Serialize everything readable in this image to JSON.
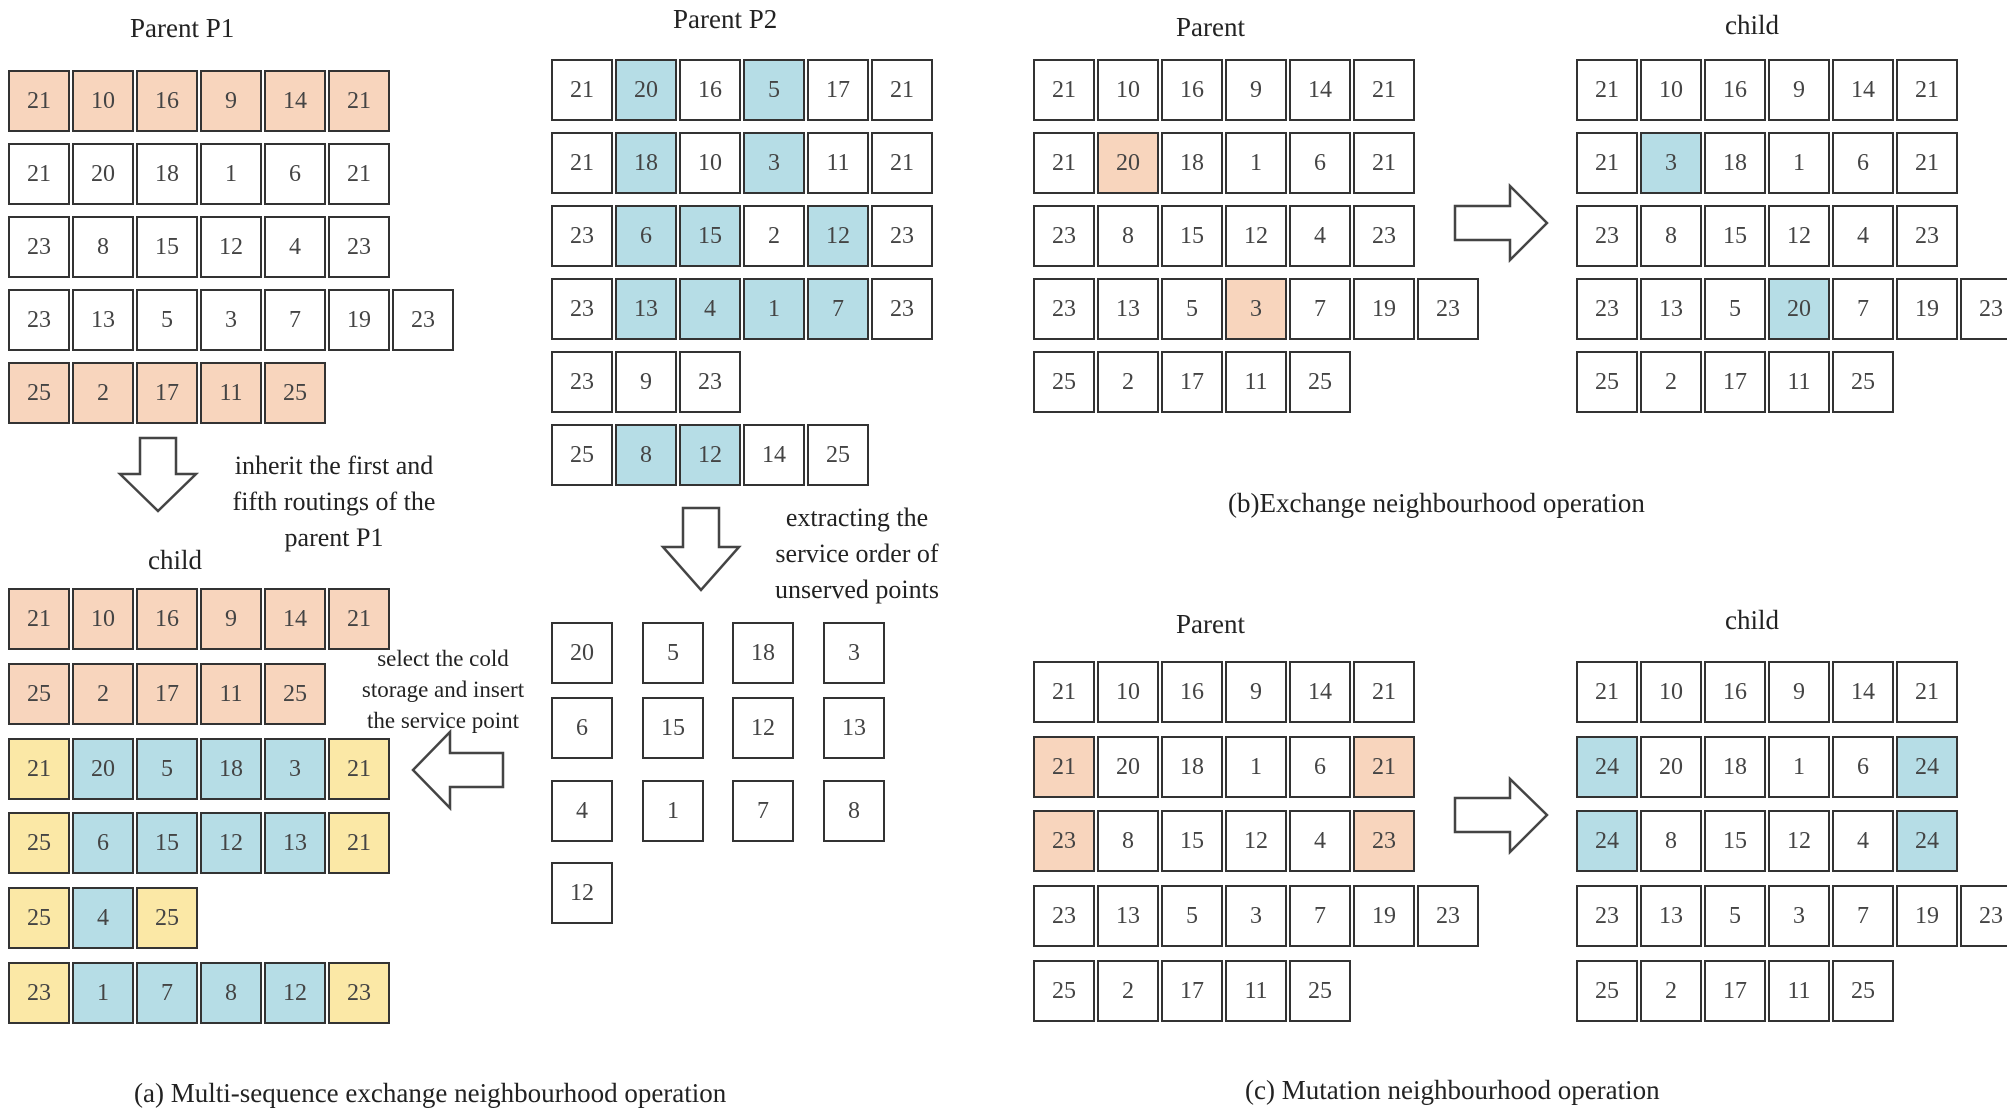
{
  "colors": {
    "w": "#ffffff",
    "o": "#f8d5bd",
    "b": "#b6dde6",
    "y": "#fbe8a6"
  },
  "icons": [
    "down-arrow-icon",
    "right-arrow-icon",
    "left-arrow-icon"
  ],
  "labels": {
    "p1": "Parent P1",
    "p2": "Parent P2",
    "child_a": "child",
    "parent_b": "Parent",
    "child_b": "child",
    "parent_c": "Parent",
    "child_c": "child"
  },
  "notes": {
    "inherit": [
      "inherit the first and",
      "fifth routings of the",
      "parent P1"
    ],
    "extract": [
      "extracting the",
      "service order of",
      "unserved points"
    ],
    "select": [
      "select the cold",
      "storage and insert",
      "the service point"
    ]
  },
  "captions": {
    "a": "(a) Multi-sequence exchange neighbourhood operation",
    "b": "(b)Exchange neighbourhood operation",
    "c": "(c) Mutation neighbourhood operation"
  },
  "panel_a": {
    "parent_p1": [
      {
        "cells": [
          "21",
          "10",
          "16",
          "9",
          "14",
          "21"
        ],
        "colors": [
          "o",
          "o",
          "o",
          "o",
          "o",
          "o"
        ]
      },
      {
        "cells": [
          "21",
          "20",
          "18",
          "1",
          "6",
          "21"
        ],
        "colors": [
          "w",
          "w",
          "w",
          "w",
          "w",
          "w"
        ]
      },
      {
        "cells": [
          "23",
          "8",
          "15",
          "12",
          "4",
          "23"
        ],
        "colors": [
          "w",
          "w",
          "w",
          "w",
          "w",
          "w"
        ]
      },
      {
        "cells": [
          "23",
          "13",
          "5",
          "3",
          "7",
          "19",
          "23"
        ],
        "colors": [
          "w",
          "w",
          "w",
          "w",
          "w",
          "w",
          "w"
        ]
      },
      {
        "cells": [
          "25",
          "2",
          "17",
          "11",
          "25"
        ],
        "colors": [
          "o",
          "o",
          "o",
          "o",
          "o"
        ]
      }
    ],
    "parent_p2": [
      {
        "cells": [
          "21",
          "20",
          "16",
          "5",
          "17",
          "21"
        ],
        "colors": [
          "w",
          "b",
          "w",
          "b",
          "w",
          "w"
        ]
      },
      {
        "cells": [
          "21",
          "18",
          "10",
          "3",
          "11",
          "21"
        ],
        "colors": [
          "w",
          "b",
          "w",
          "b",
          "w",
          "w"
        ]
      },
      {
        "cells": [
          "23",
          "6",
          "15",
          "2",
          "12",
          "23"
        ],
        "colors": [
          "w",
          "b",
          "b",
          "w",
          "b",
          "w"
        ]
      },
      {
        "cells": [
          "23",
          "13",
          "4",
          "1",
          "7",
          "23"
        ],
        "colors": [
          "w",
          "b",
          "b",
          "b",
          "b",
          "w"
        ]
      },
      {
        "cells": [
          "23",
          "9",
          "23"
        ],
        "colors": [
          "w",
          "w",
          "w"
        ]
      },
      {
        "cells": [
          "25",
          "8",
          "12",
          "14",
          "25"
        ],
        "colors": [
          "w",
          "b",
          "b",
          "w",
          "w"
        ]
      }
    ],
    "child": [
      {
        "cells": [
          "21",
          "10",
          "16",
          "9",
          "14",
          "21"
        ],
        "colors": [
          "o",
          "o",
          "o",
          "o",
          "o",
          "o"
        ]
      },
      {
        "cells": [
          "25",
          "2",
          "17",
          "11",
          "25"
        ],
        "colors": [
          "o",
          "o",
          "o",
          "o",
          "o"
        ]
      },
      {
        "cells": [
          "21",
          "20",
          "5",
          "18",
          "3",
          "21"
        ],
        "colors": [
          "y",
          "b",
          "b",
          "b",
          "b",
          "y"
        ]
      },
      {
        "cells": [
          "25",
          "6",
          "15",
          "12",
          "13",
          "21"
        ],
        "colors": [
          "y",
          "b",
          "b",
          "b",
          "b",
          "y"
        ]
      },
      {
        "cells": [
          "25",
          "4",
          "25"
        ],
        "colors": [
          "y",
          "b",
          "y"
        ]
      },
      {
        "cells": [
          "23",
          "1",
          "7",
          "8",
          "12",
          "23"
        ],
        "colors": [
          "y",
          "b",
          "b",
          "b",
          "b",
          "y"
        ]
      }
    ],
    "unserved": [
      "20",
      "5",
      "18",
      "3",
      "6",
      "15",
      "12",
      "13",
      "4",
      "1",
      "7",
      "8",
      "12"
    ]
  },
  "panel_b": {
    "parent": [
      {
        "cells": [
          "21",
          "10",
          "16",
          "9",
          "14",
          "21"
        ],
        "colors": [
          "w",
          "w",
          "w",
          "w",
          "w",
          "w"
        ]
      },
      {
        "cells": [
          "21",
          "20",
          "18",
          "1",
          "6",
          "21"
        ],
        "colors": [
          "w",
          "o",
          "w",
          "w",
          "w",
          "w"
        ]
      },
      {
        "cells": [
          "23",
          "8",
          "15",
          "12",
          "4",
          "23"
        ],
        "colors": [
          "w",
          "w",
          "w",
          "w",
          "w",
          "w"
        ]
      },
      {
        "cells": [
          "23",
          "13",
          "5",
          "3",
          "7",
          "19",
          "23"
        ],
        "colors": [
          "w",
          "w",
          "w",
          "o",
          "w",
          "w",
          "w"
        ]
      },
      {
        "cells": [
          "25",
          "2",
          "17",
          "11",
          "25"
        ],
        "colors": [
          "w",
          "w",
          "w",
          "w",
          "w"
        ]
      }
    ],
    "child": [
      {
        "cells": [
          "21",
          "10",
          "16",
          "9",
          "14",
          "21"
        ],
        "colors": [
          "w",
          "w",
          "w",
          "w",
          "w",
          "w"
        ]
      },
      {
        "cells": [
          "21",
          "3",
          "18",
          "1",
          "6",
          "21"
        ],
        "colors": [
          "w",
          "b",
          "w",
          "w",
          "w",
          "w"
        ]
      },
      {
        "cells": [
          "23",
          "8",
          "15",
          "12",
          "4",
          "23"
        ],
        "colors": [
          "w",
          "w",
          "w",
          "w",
          "w",
          "w"
        ]
      },
      {
        "cells": [
          "23",
          "13",
          "5",
          "20",
          "7",
          "19",
          "23"
        ],
        "colors": [
          "w",
          "w",
          "w",
          "b",
          "w",
          "w",
          "w"
        ]
      },
      {
        "cells": [
          "25",
          "2",
          "17",
          "11",
          "25"
        ],
        "colors": [
          "w",
          "w",
          "w",
          "w",
          "w"
        ]
      }
    ]
  },
  "panel_c": {
    "parent": [
      {
        "cells": [
          "21",
          "10",
          "16",
          "9",
          "14",
          "21"
        ],
        "colors": [
          "w",
          "w",
          "w",
          "w",
          "w",
          "w"
        ]
      },
      {
        "cells": [
          "21",
          "20",
          "18",
          "1",
          "6",
          "21"
        ],
        "colors": [
          "o",
          "w",
          "w",
          "w",
          "w",
          "o"
        ]
      },
      {
        "cells": [
          "23",
          "8",
          "15",
          "12",
          "4",
          "23"
        ],
        "colors": [
          "o",
          "w",
          "w",
          "w",
          "w",
          "o"
        ]
      },
      {
        "cells": [
          "23",
          "13",
          "5",
          "3",
          "7",
          "19",
          "23"
        ],
        "colors": [
          "w",
          "w",
          "w",
          "w",
          "w",
          "w",
          "w"
        ]
      },
      {
        "cells": [
          "25",
          "2",
          "17",
          "11",
          "25"
        ],
        "colors": [
          "w",
          "w",
          "w",
          "w",
          "w"
        ]
      }
    ],
    "child": [
      {
        "cells": [
          "21",
          "10",
          "16",
          "9",
          "14",
          "21"
        ],
        "colors": [
          "w",
          "w",
          "w",
          "w",
          "w",
          "w"
        ]
      },
      {
        "cells": [
          "24",
          "20",
          "18",
          "1",
          "6",
          "24"
        ],
        "colors": [
          "b",
          "w",
          "w",
          "w",
          "w",
          "b"
        ]
      },
      {
        "cells": [
          "24",
          "8",
          "15",
          "12",
          "4",
          "24"
        ],
        "colors": [
          "b",
          "w",
          "w",
          "w",
          "w",
          "b"
        ]
      },
      {
        "cells": [
          "23",
          "13",
          "5",
          "3",
          "7",
          "19",
          "23"
        ],
        "colors": [
          "w",
          "w",
          "w",
          "w",
          "w",
          "w",
          "w"
        ]
      },
      {
        "cells": [
          "25",
          "2",
          "17",
          "11",
          "25"
        ],
        "colors": [
          "w",
          "w",
          "w",
          "w",
          "w"
        ]
      }
    ]
  }
}
